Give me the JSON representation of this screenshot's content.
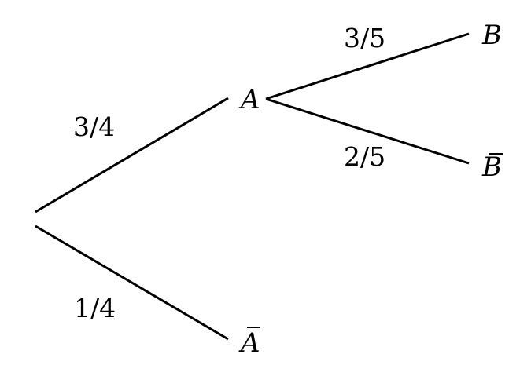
{
  "tree": {
    "nodes": {
      "a": "A",
      "a_complement": "A",
      "b": "B",
      "b_complement": "B"
    },
    "probabilities": {
      "root_to_a": "3/4",
      "root_to_a_complement": "1/4",
      "a_to_b": "3/5",
      "a_to_b_complement": "2/5"
    }
  }
}
